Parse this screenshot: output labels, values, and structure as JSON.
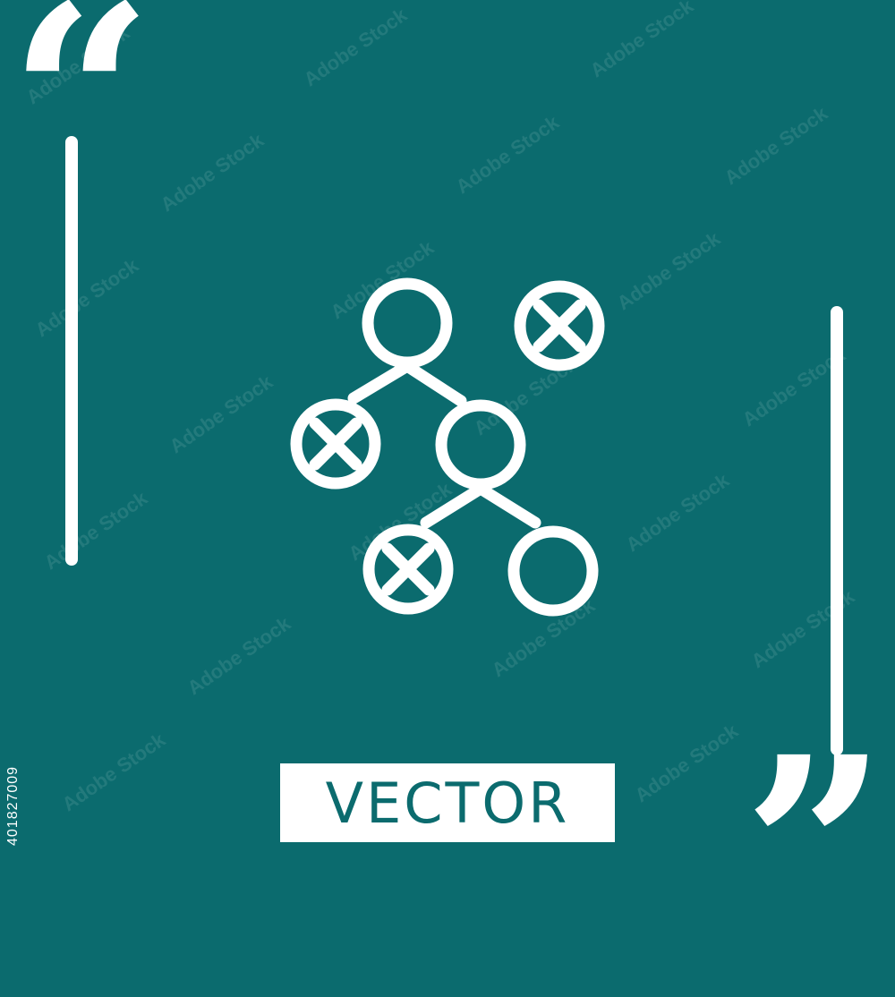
{
  "colors": {
    "background": "#0b6b6e",
    "foreground": "#ffffff"
  },
  "decor": {
    "open_quote": "“",
    "close_quote": "”"
  },
  "label": {
    "vector": "VECTOR"
  },
  "stock_id": "401827009",
  "watermark_text": "Adobe Stock",
  "icon": {
    "name": "decision-tree-icon",
    "nodes": [
      {
        "id": "root",
        "crossed": false
      },
      {
        "id": "standalone",
        "crossed": true
      },
      {
        "id": "left-child",
        "crossed": true
      },
      {
        "id": "right-child",
        "crossed": false
      },
      {
        "id": "bottom-left",
        "crossed": true
      },
      {
        "id": "bottom-right",
        "crossed": false
      }
    ]
  }
}
